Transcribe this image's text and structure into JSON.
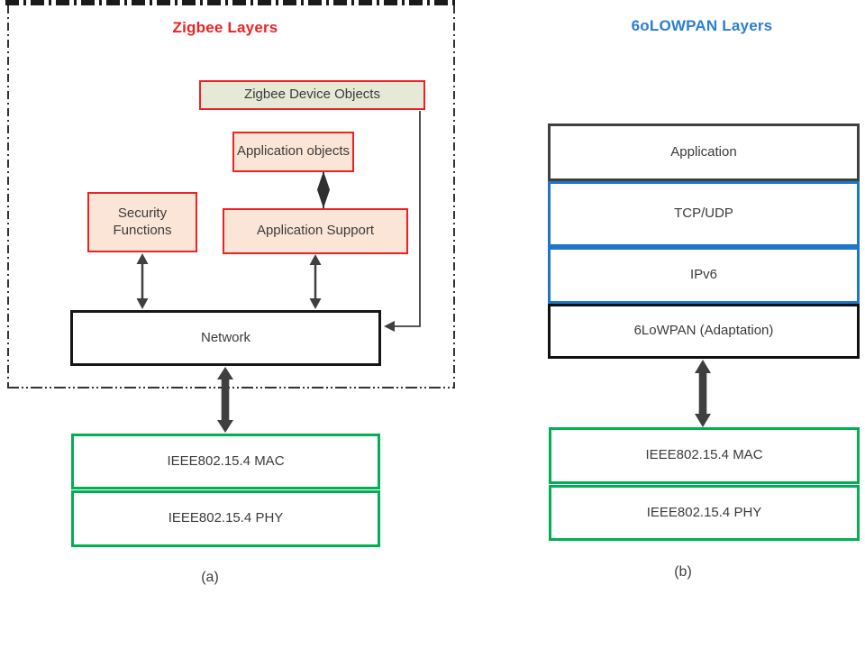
{
  "panel_a": {
    "title": "Zigbee Layers",
    "caption": "(a)",
    "boxes": {
      "zdo": "Zigbee Device Objects",
      "app_objects": "Application objects",
      "security": "Security Functions",
      "app_support": "Application Support",
      "network": "Network",
      "mac": "IEEE802.15.4 MAC",
      "phy": "IEEE802.15.4 PHY"
    }
  },
  "panel_b": {
    "title": "6oLOWPAN Layers",
    "caption": "(b)",
    "layers": [
      "Application",
      "TCP/UDP",
      "IPv6",
      "6LoWPAN (Adaptation)",
      "IEEE802.15.4 MAC",
      "IEEE802.15.4 PHY"
    ]
  },
  "colors": {
    "zigbee_title_red": "#ee2224",
    "red_box_border": "#ee2224",
    "peach_fill": "#fbe5d6",
    "sage_fill": "#e5e9d5",
    "green_border": "#00b050",
    "blue_border": "#1f76c8",
    "lowpan_title_blue": "#2a7fd0",
    "arrow_gray": "#3f3f3f",
    "box_text": "#3b3b3b"
  }
}
